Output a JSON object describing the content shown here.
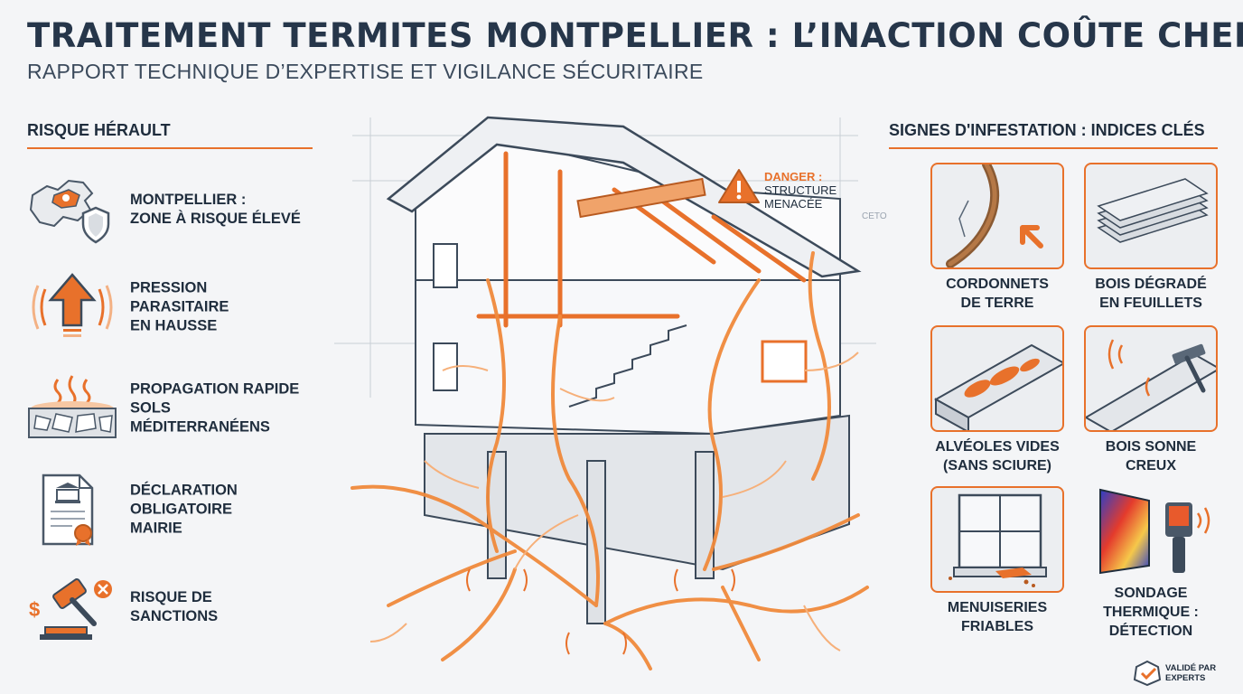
{
  "title": "TRAITEMENT TERMITES MONTPELLIER : L’INACTION COÛTE CHER",
  "subtitle": "RAPPORT TECHNIQUE D’EXPERTISE ET VIGILANCE SÉCURITAIRE",
  "left_panel": {
    "heading": "RISQUE HÉRAULT",
    "items": [
      {
        "icon": "map-shield-icon",
        "label": "MONTPELLIER :\nZONE À RISQUE ÉLEVÉ"
      },
      {
        "icon": "arrow-up-icon",
        "label": "PRESSION\nPARASITAIRE\nEN HAUSSE"
      },
      {
        "icon": "cracked-soil-icon",
        "label": "PROPAGATION RAPIDE\nSOLS\nMÉDITERRANÉENS"
      },
      {
        "icon": "certificate-icon",
        "label": "DÉCLARATION\nOBLIGATOIRE\nMAIRIE"
      },
      {
        "icon": "gavel-icon",
        "label": "RISQUE DE\nSANCTIONS"
      }
    ]
  },
  "center": {
    "danger_title": "DANGER :",
    "danger_text": "STRUCTURE\nMENACÉE",
    "faint_label": "CETO"
  },
  "right_panel": {
    "heading": "SIGNES D'INFESTATION : INDICES CLÉS",
    "cards": [
      {
        "icon": "mud-tube-icon",
        "label": "CORDONNETS\nDE TERRE"
      },
      {
        "icon": "layered-wood-icon",
        "label": "BOIS DÉGRADÉ\nEN FEUILLETS"
      },
      {
        "icon": "hollow-wood-icon",
        "label": "ALVÉOLES VIDES\n(SANS SCIURE)"
      },
      {
        "icon": "hammer-tap-icon",
        "label": "BOIS SONNE\nCREUX"
      },
      {
        "icon": "window-frame-icon",
        "label": "MENUISERIES\nFRIABLES"
      },
      {
        "icon": "thermal-camera-icon",
        "label": "SONDAGE\nTHERMIQUE :\nDÉTECTION"
      }
    ]
  },
  "badge": {
    "text": "VALIDÉ PAR\nEXPERTS"
  },
  "colors": {
    "accent": "#e8712b",
    "text": "#1f2d3d",
    "background": "#f4f5f7"
  }
}
